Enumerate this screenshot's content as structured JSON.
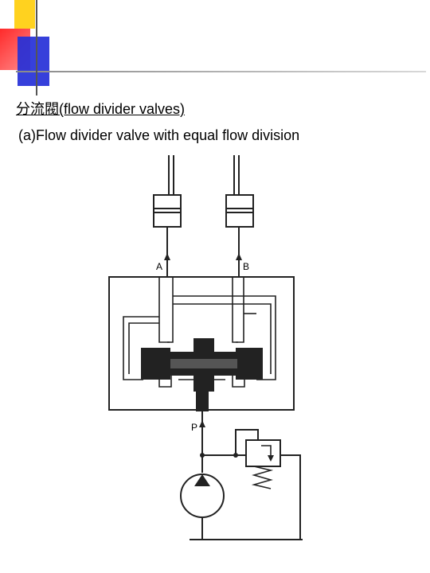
{
  "slide": {
    "heading": "分流閥(flow divider valves)",
    "subheading": "(a)Flow divider valve with equal flow division"
  },
  "diagram": {
    "port_a": "A",
    "port_b": "B",
    "port_p": "P"
  },
  "colors": {
    "accent_yellow": "#FFD21F",
    "accent_red": "#FF3B3B",
    "accent_blue": "#2530D8",
    "line_gray": "#9A9A9A",
    "ink": "#222222"
  }
}
